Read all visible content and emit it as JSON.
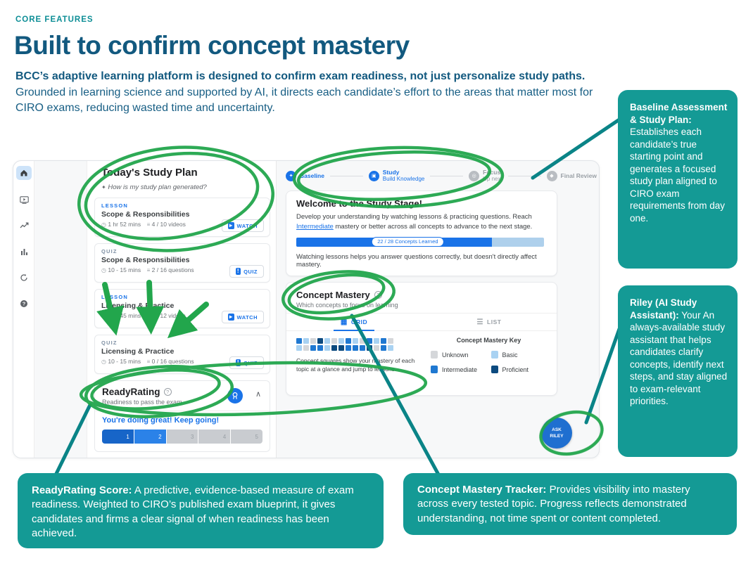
{
  "page": {
    "eyebrow": "CORE FEATURES",
    "title": "Built to confirm concept mastery",
    "intro_bold": "BCC’s adaptive learning platform is designed to confirm exam readiness, not just personalize study paths.",
    "intro_rest": " Grounded in learning science and supported by AI, it directs each candidate’s effort to the areas that matter most for CIRO exams, reducing wasted time and uncertainty."
  },
  "colors": {
    "teal_box": "#149a95",
    "teal_line": "#0a8487",
    "marker_green": "#22a64c",
    "app_blue": "#1a73e8",
    "heading_blue": "#12597f"
  },
  "app": {
    "sidebar_icons": [
      "home-icon",
      "video-lessons-icon",
      "progress-trend-icon",
      "stats-icon",
      "sync-icon",
      "help-icon"
    ],
    "study_plan": {
      "title": "Today's Study Plan",
      "subtitle": "How is my study plan generated?",
      "cards": [
        {
          "type": "LESSON",
          "title": "Scope & Responsibilities",
          "time": "1 hr 52 mins",
          "amount": "4 / 10 videos",
          "button": "WATCH"
        },
        {
          "type": "QUIZ",
          "title": "Scope & Responsibilities",
          "time": "10 - 15 mins",
          "amount": "2 / 16 questions",
          "button": "QUIZ"
        },
        {
          "type": "LESSON",
          "title": "Licensing & Practice",
          "time": "1 hr 45 mins",
          "amount": "0 / 12 videos",
          "button": "WATCH"
        },
        {
          "type": "QUIZ",
          "title": "Licensing & Practice",
          "time": "10 - 15 mins",
          "amount": "0 / 16 questions",
          "button": "QUIZ"
        }
      ]
    },
    "ready_rating": {
      "title": "ReadyRating",
      "subtitle": "Readiness to pass the exam",
      "message": "You're doing great! Keep going!",
      "segments": [
        {
          "label": "1",
          "color": "#1765c8",
          "label_color": "#ffffff"
        },
        {
          "label": "2",
          "color": "#2b82e8",
          "label_color": "#ffffff"
        },
        {
          "label": "3",
          "color": "#c9ccd0",
          "label_color": "#9aa0a6"
        },
        {
          "label": "4",
          "color": "#c9ccd0",
          "label_color": "#9aa0a6"
        },
        {
          "label": "5",
          "color": "#c9ccd0",
          "label_color": "#9aa0a6"
        }
      ]
    },
    "stepper": [
      {
        "label": "Baseline",
        "sublabel": "",
        "state": "done",
        "icon": "baseline-step-icon"
      },
      {
        "label": "Study",
        "sublabel": "Build Knowledge",
        "state": "active",
        "icon": "study-step-icon"
      },
      {
        "label": "Focus",
        "sublabel": "Up next",
        "state": "upcoming",
        "icon": "focus-step-icon"
      },
      {
        "label": "Final Review",
        "sublabel": "",
        "state": "upcoming",
        "icon": "final-review-step-icon"
      }
    ],
    "welcome": {
      "title": "Welcome to the Study Stage!",
      "body_1": "Develop your understanding by watching lessons & practicing questions. Reach ",
      "link_text": "Intermediate",
      "body_2": " mastery or better across all concepts to advance to the next stage.",
      "progress_label": "22 / 28 Concepts Learned",
      "progress_pct": 79,
      "note": "Watching lessons helps you answer questions correctly, but doesn't directly affect mastery."
    },
    "concept_mastery": {
      "title": "Concept Mastery",
      "subtitle": "Which concepts to focus on learning",
      "tabs": [
        "GRID",
        "LIST"
      ],
      "active_tab": "GRID",
      "caption": "Concept squares show your mastery of each topic at a glance and jump to lessons.",
      "key_title": "Concept Mastery Key",
      "level_colors": {
        "u": "#d5d7da",
        "b": "#a9d2f2",
        "i": "#1f78d1",
        "p": "#0c4a7f"
      },
      "grid_rows": [
        [
          "i",
          "b",
          "u",
          "p",
          "b",
          "u",
          "b",
          "i",
          "b",
          "u",
          "i",
          "b",
          "i",
          "u"
        ],
        [
          "b",
          "u",
          "i",
          "i",
          "b",
          "p",
          "p",
          "i",
          "i",
          "i",
          "p",
          "u",
          "i",
          "b"
        ]
      ],
      "legend": [
        {
          "label": "Unknown",
          "color": "#d5d7da"
        },
        {
          "label": "Basic",
          "color": "#a9d2f2"
        },
        {
          "label": "Intermediate",
          "color": "#1f78d1"
        },
        {
          "label": "Proficient",
          "color": "#0c4a7f"
        }
      ]
    },
    "ask_riley": "ASK\nRILEY"
  },
  "callouts": [
    {
      "id": "baseline",
      "title": "Baseline Assessment & Study Plan:",
      "body": "Establishes each candidate’s true starting point and generates a focused study plan aligned to CIRO exam requirements from day one."
    },
    {
      "id": "riley",
      "title": "Riley (AI Study Assistant):",
      "body": "Your An always-available study assistant that helps candidates clarify concepts, identify next steps, and stay aligned to exam-relevant priorities."
    },
    {
      "id": "readyrating",
      "title": "ReadyRating Score:",
      "body": "A predictive, evidence-based measure of exam readiness. Weighted to CIRO’s published exam blueprint, it gives candidates and firms a clear signal of when readiness has been achieved."
    },
    {
      "id": "tracker",
      "title": "Concept Mastery Tracker:",
      "body": "Provides visibility into mastery across every tested topic. Progress reflects demonstrated understanding, not time spent or content completed."
    }
  ]
}
